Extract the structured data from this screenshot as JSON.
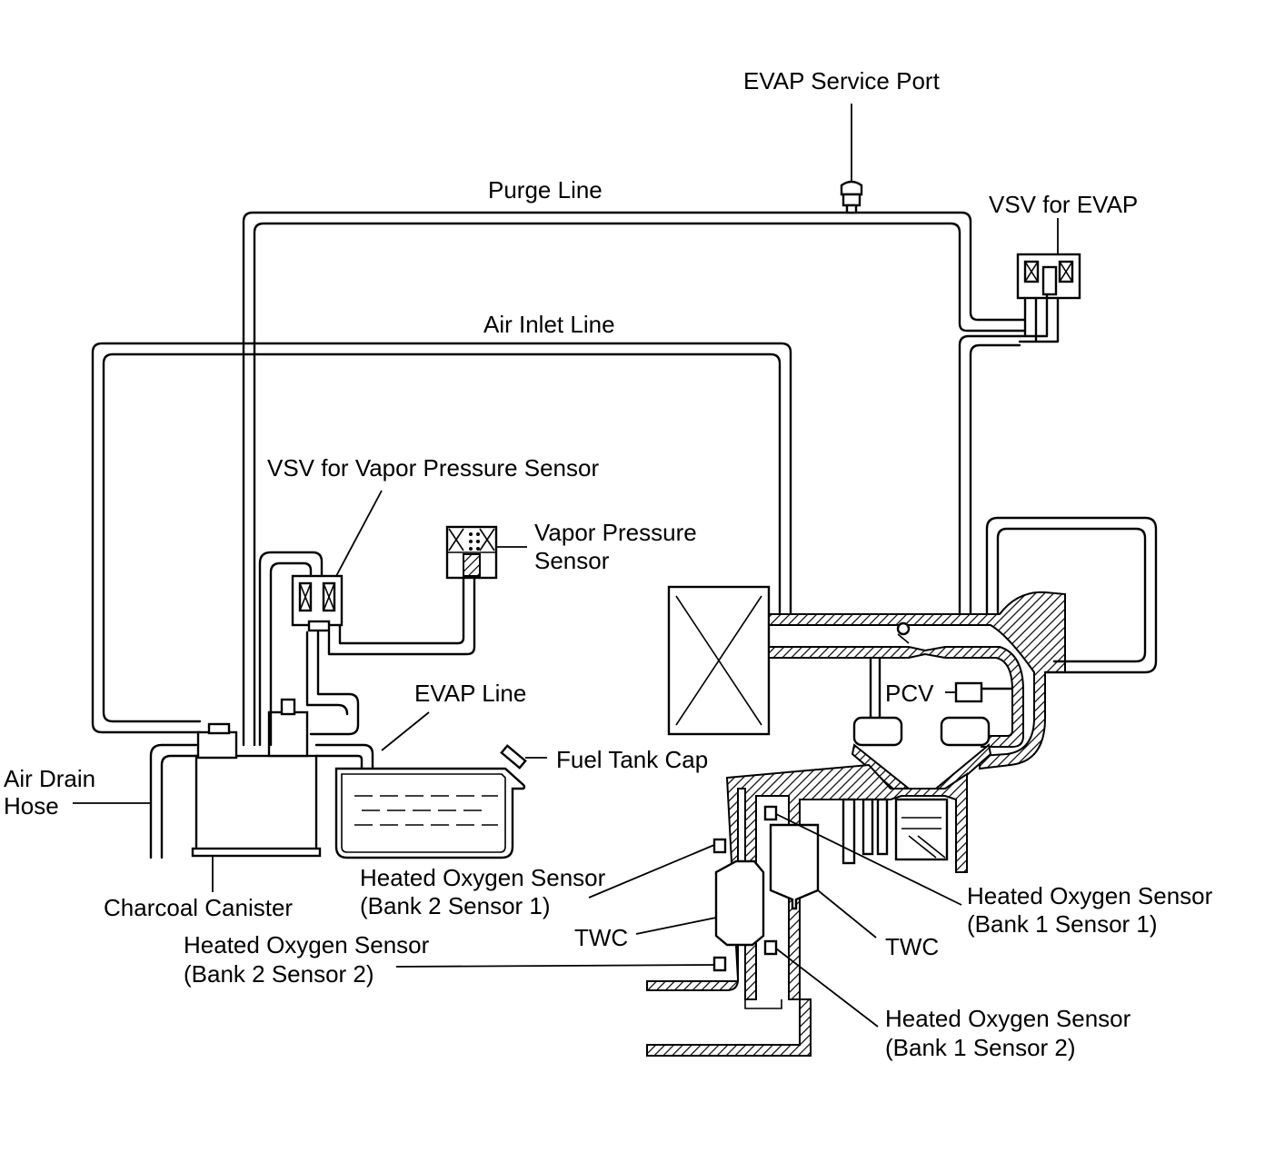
{
  "labels": {
    "evap_service_port": "EVAP Service Port",
    "purge_line": "Purge Line",
    "vsv_evap": "VSV for EVAP",
    "air_inlet_line": "Air Inlet Line",
    "vsv_vapor_pressure_sensor": "VSV for Vapor Pressure Sensor",
    "vapor_pressure_sensor_1": "Vapor Pressure",
    "vapor_pressure_sensor_2": "Sensor",
    "evap_line": "EVAP Line",
    "pcv": "PCV",
    "fuel_tank_cap": "Fuel Tank Cap",
    "air_drain_hose_1": "Air Drain",
    "air_drain_hose_2": "Hose",
    "charcoal_canister": "Charcoal Canister",
    "ho2s_b2s1_1": "Heated Oxygen Sensor",
    "ho2s_b2s1_2": "(Bank 2 Sensor 1)",
    "ho2s_b2s2_1": "Heated Oxygen Sensor",
    "ho2s_b2s2_2": "(Bank 2 Sensor 2)",
    "twc_left": "TWC",
    "twc_right": "TWC",
    "ho2s_b1s1_1": "Heated Oxygen Sensor",
    "ho2s_b1s1_2": "(Bank 1 Sensor 1)",
    "ho2s_b1s2_1": "Heated Oxygen Sensor",
    "ho2s_b1s2_2": "(Bank 1 Sensor 2)"
  }
}
